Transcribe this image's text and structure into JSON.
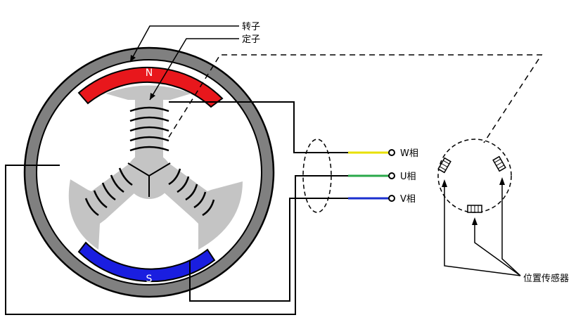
{
  "labels": {
    "rotor": "转子",
    "stator": "定子",
    "pole_n": "N",
    "pole_s": "S",
    "phase_w": "W相",
    "phase_u": "U相",
    "phase_v": "V相",
    "sensors": "位置传感器"
  },
  "colors": {
    "rotor_ring": "#808080",
    "north_pole": "#e8171c",
    "south_pole": "#1a1ee0",
    "stator_core": "#c4c4c4",
    "wire": "#000000",
    "phase_w": "#e8e000",
    "phase_u": "#2aa84a",
    "phase_v": "#1a2fcf"
  }
}
